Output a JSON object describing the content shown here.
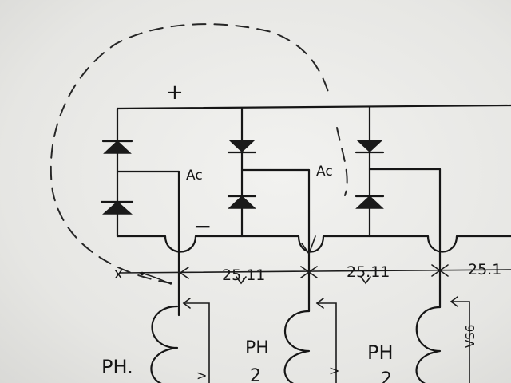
{
  "labels": {
    "plus": "+",
    "minus": "−",
    "ac_1": "Ac",
    "ac_2": "Ac",
    "dim_1": "25.11",
    "dim_2": "25.11",
    "dim_3": "25.1",
    "cross": "x",
    "ph_1": "PH.",
    "ph_2": "PH",
    "ph_3": "PH",
    "ph_digit_2": "2",
    "ph_digit_3": "2",
    "arrow_tip_1": ">",
    "arrow_tip_2": ">",
    "side_text": "VS6"
  },
  "colors": {
    "ink": "#161616",
    "paper": "#f0f0ee"
  }
}
